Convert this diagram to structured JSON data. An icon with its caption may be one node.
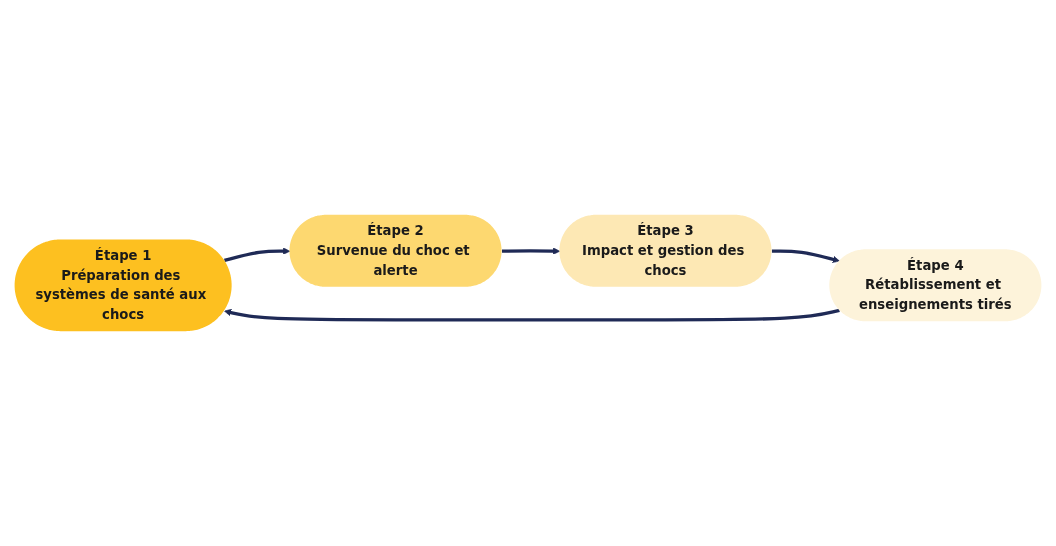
{
  "diagram": {
    "nodes": [
      {
        "text": [
          "Étape 1",
          "Préparation des systèmes de santé aux chocs"
        ]
      },
      {
        "text": [
          "Étape 2",
          "Survenue du choc et alerte"
        ]
      },
      {
        "text": [
          "Étape 3",
          "Impact et gestion des chocs"
        ]
      },
      {
        "text": [
          "Étape 4",
          "Rétablissement et enseignements tirés"
        ]
      }
    ],
    "edges": [
      {
        "from": 0,
        "to": 1,
        "arrow": "to"
      },
      {
        "from": 1,
        "to": 2,
        "arrow": "to"
      },
      {
        "from": 2,
        "to": 3,
        "arrow": "to"
      },
      {
        "from": 3,
        "to": 0,
        "arrow": "to"
      }
    ]
  }
}
